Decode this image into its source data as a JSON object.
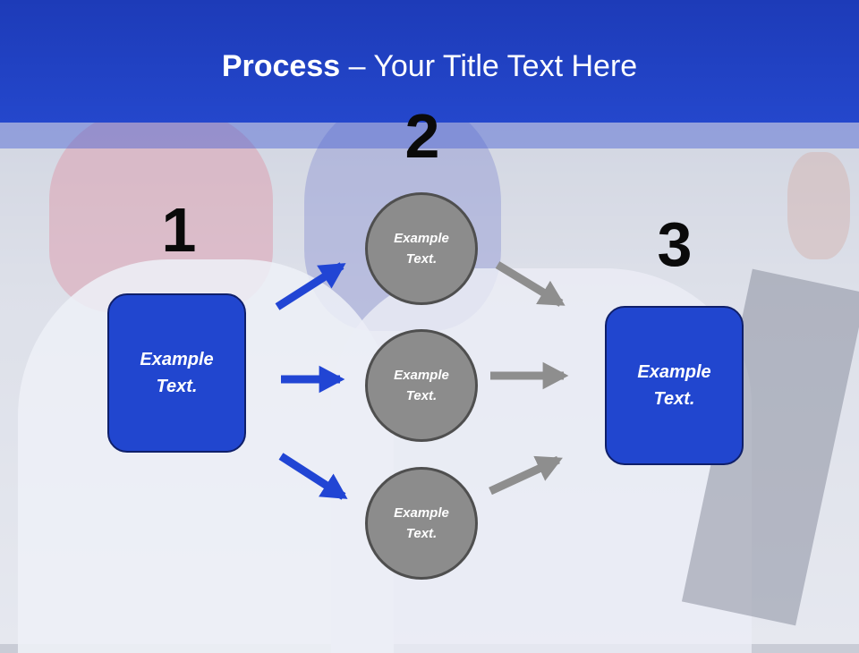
{
  "slide": {
    "title_bold": "Process",
    "title_rest": " – Your Title Text Here"
  },
  "steps": {
    "one": {
      "number": "1",
      "label": "Example\nText."
    },
    "two": {
      "number": "2"
    },
    "three": {
      "number": "3",
      "label": "Example\nText."
    }
  },
  "circles": [
    {
      "label": "Example\nText."
    },
    {
      "label": "Example\nText."
    },
    {
      "label": "Example\nText."
    }
  ],
  "colors": {
    "header": "#2447cc",
    "box": "#2146cf",
    "circle": "#8c8c8c",
    "arrow_blue": "#2145d4",
    "arrow_gray": "#8e8e8e"
  },
  "background_image": "photo of two medical professionals in headscarves and white coats examining an x-ray"
}
